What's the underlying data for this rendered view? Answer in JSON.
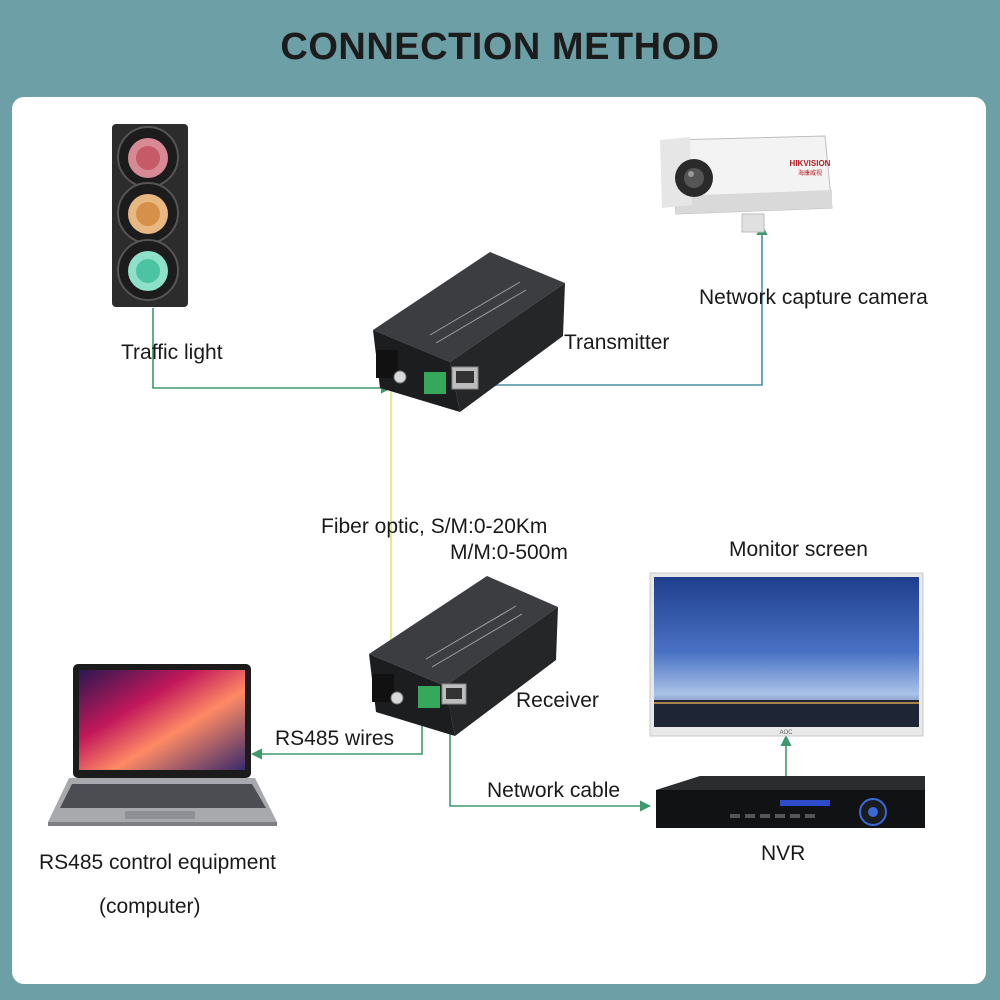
{
  "title": "CONNECTION METHOD",
  "labels": {
    "traffic_light": "Traffic light",
    "transmitter": "Transmitter",
    "camera": "Network capture camera",
    "fiber_line1": "Fiber optic, S/M:0-20Km",
    "fiber_line2": "M/M:0-500m",
    "monitor": "Monitor screen",
    "receiver": "Receiver",
    "rs485_wires": "RS485 wires",
    "network_cable": "Network cable",
    "rs485_line1": "RS485 control equipment",
    "rs485_line2": "(computer)",
    "nvr": "NVR"
  },
  "camera_brand": {
    "line1": "HIKVISION",
    "line2": "海康威视"
  },
  "monitor_brand": "AOC",
  "colors": {
    "background": "#6d9fa6",
    "panel": "#ffffff",
    "line_green": "#3e9a6a",
    "fiber_yellow": "#e4ec8c",
    "device_black": "#1f2022"
  }
}
